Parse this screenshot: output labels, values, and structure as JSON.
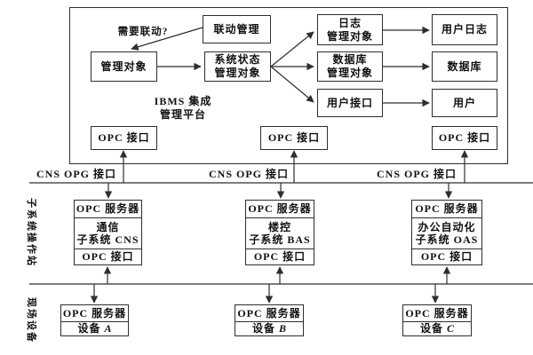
{
  "colors": {
    "line": "#2e2e2e",
    "background": "#ffffff",
    "text": "#111111"
  },
  "platform": {
    "title": [
      "IBMS 集成",
      "管理平台"
    ],
    "question_label": "需要联动?",
    "linkage_box": "联动管理",
    "managed_object_box": "管理对象",
    "system_status_box": [
      "系统状态",
      "管理对象"
    ],
    "log_manager_box": [
      "日志",
      "管理对象"
    ],
    "database_manager_box": [
      "数据库",
      "管理对象"
    ],
    "user_interface_box": "用户接口",
    "user_log_box": "用户日志",
    "database_box": "数据库",
    "user_box": "用户",
    "opc_interfaces": [
      "OPC 接口",
      "OPC 接口",
      "OPC 接口"
    ]
  },
  "bus_labels": [
    "CNS  OPG 接口",
    "CNS  OPG 接口",
    "CNS  OPG 接口"
  ],
  "side_labels": {
    "subsystem_layer": "子系统操作站",
    "field_layer": "现场设备"
  },
  "subsystems": [
    {
      "server": "OPC 服务器",
      "name": [
        "通信",
        "子系统 CNS"
      ],
      "interface": "OPC 接口"
    },
    {
      "server": "OPC 服务器",
      "name": [
        "楼控",
        "子系统 BAS"
      ],
      "interface": "OPC 接口"
    },
    {
      "server": "OPC 服务器",
      "name": [
        "办公自动化",
        "子系统 OAS"
      ],
      "interface": "OPC 接口"
    }
  ],
  "devices": [
    {
      "server": "OPC 服务器",
      "name_prefix": "设备 ",
      "name_letter": "A"
    },
    {
      "server": "OPC 服务器",
      "name_prefix": "设备 ",
      "name_letter": "B"
    },
    {
      "server": "OPC 服务器",
      "name_prefix": "设备 ",
      "name_letter": "C"
    }
  ]
}
